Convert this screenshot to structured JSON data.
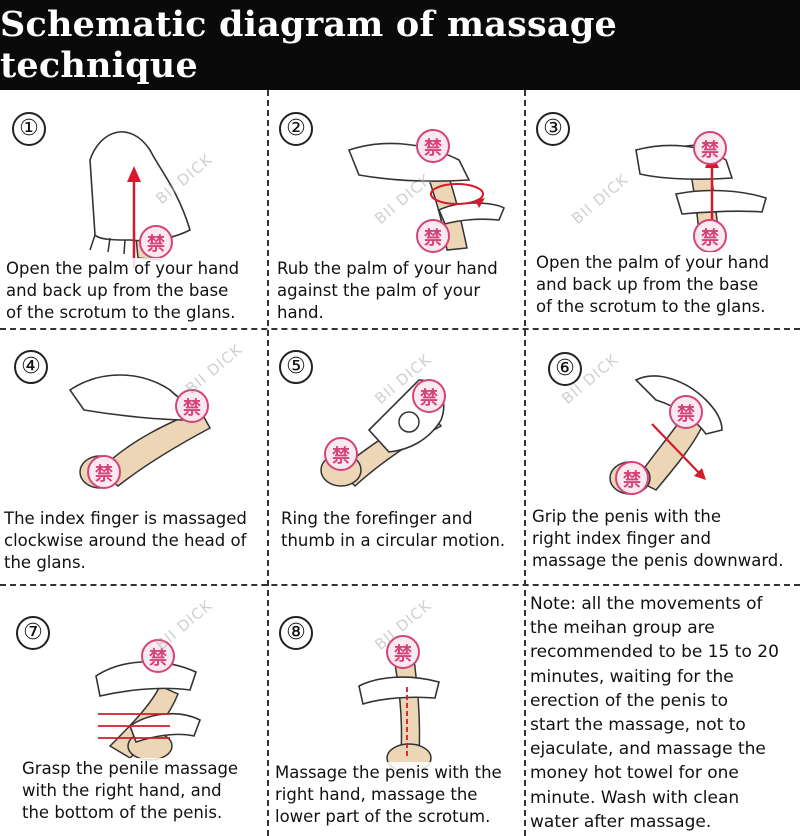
{
  "title": "Schematic diagram of massage technique",
  "watermark": "BII DICK",
  "censor_glyph": "禁",
  "colors": {
    "title_bg": "#0a0a0a",
    "title_text": "#ffffff",
    "arrow": "#d6192b",
    "censor": "#d4447a",
    "skin": "#ecd6b6"
  },
  "steps": [
    {
      "number": "①",
      "lines": [
        "Open the palm of your hand",
        "and back up from the base",
        "of the scrotum to the glans."
      ]
    },
    {
      "number": "②",
      "lines": [
        "Rub the palm of your hand",
        "against the palm of your",
        "hand."
      ]
    },
    {
      "number": "③",
      "lines": [
        "Open the palm of your hand",
        "and back up from the base",
        "of the scrotum to the glans."
      ]
    },
    {
      "number": "④",
      "lines": [
        "The index finger is massaged",
        "clockwise around the head of",
        "the glans."
      ]
    },
    {
      "number": "⑤",
      "lines": [
        "Ring the forefinger and",
        "thumb in a circular motion."
      ]
    },
    {
      "number": "⑥",
      "lines": [
        "Grip the penis with the",
        "right index finger and",
        "massage the penis downward."
      ]
    },
    {
      "number": "⑦",
      "lines": [
        "Grasp the penile massage",
        "with the right hand, and",
        "the bottom of the penis."
      ]
    },
    {
      "number": "⑧",
      "lines": [
        "Massage the penis with the",
        "right hand, massage the",
        "lower part of the scrotum."
      ]
    }
  ],
  "note": {
    "lines": [
      "Note: all the movements of",
      "the meihan group are",
      "recommended to be 15 to 20",
      "minutes, waiting for the",
      "erection of the penis to",
      "start the massage, not to",
      "ejaculate, and massage the",
      "money hot towel for one",
      "minute. Wash with clean",
      "water after massage."
    ]
  }
}
